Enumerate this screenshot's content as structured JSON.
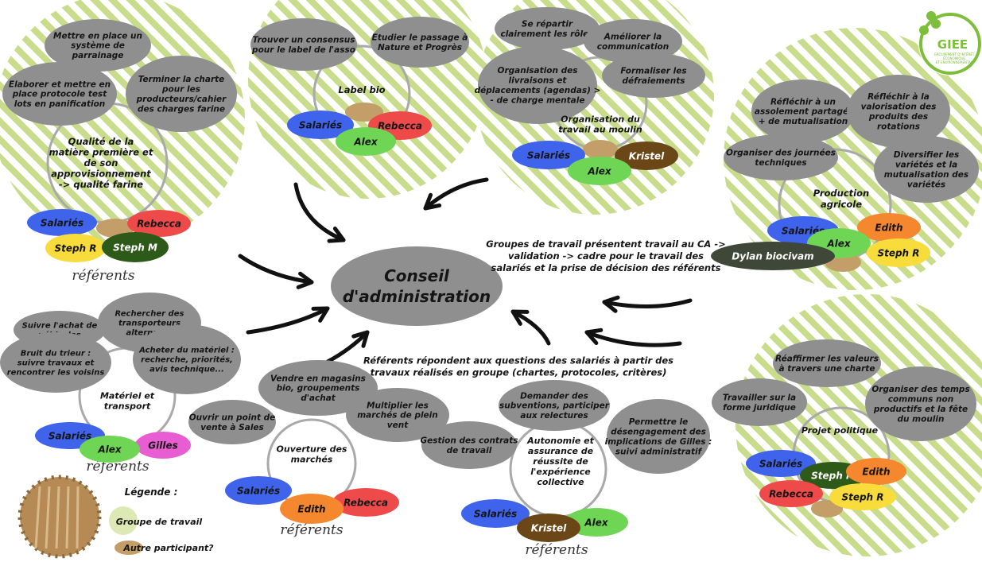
{
  "colors": {
    "stripe": "#c8dc8c",
    "bubble": "#8f8f8f",
    "ring": "#a9a9a9",
    "arrow": "#111111",
    "salaries": "#3f63ea",
    "rebecca": "#ef4a4a",
    "alex": "#6fd655",
    "steph_r": "#f7dc3c",
    "steph_m": "#2d5a18",
    "edith": "#f5872e",
    "kristel": "#6b4717",
    "gilles": "#e85ed2",
    "dylan": "#3f4738",
    "other": "#c49e68",
    "logo_green": "#7dbf3a",
    "legend_group": "#dde9b4"
  },
  "center": {
    "label": [
      "Conseil",
      "d'administration"
    ]
  },
  "annotations": {
    "top_right": [
      "Groupes de travail présentent travail au CA ->",
      "validation -> cadre pour le travail des",
      "salariés et la prise de décision des référents"
    ],
    "bottom": [
      "Référents répondent aux questions des salariés à partir des",
      "travaux réalisés en groupe (chartes, protocoles, critères)"
    ]
  },
  "referents_label": "référents",
  "logo": {
    "text": "GIEE",
    "subtitle": [
      "GROUPEMENT D'INTÉRÊT",
      "ÉCONOMIQUE",
      "ET ENVIRONNEMENTAL"
    ]
  },
  "legend": {
    "title": "Légende :",
    "group": "Groupe de travail",
    "other": "Autre participant?"
  },
  "groups": {
    "qualite": {
      "title": [
        "Qualité de la",
        "matière première et",
        "de son",
        "approvisionnement",
        "-> qualité farine"
      ],
      "bubbles": [
        [
          "Mettre en place un",
          "système de",
          "parrainage"
        ],
        [
          "Elaborer et mettre en",
          "place protocole test",
          "lots en panification"
        ],
        [
          "Terminer la charte",
          "pour les",
          "producteurs/cahier",
          "des charges farine"
        ]
      ],
      "people": [
        "Salariés",
        "Rebecca",
        "Steph R",
        "Steph M"
      ]
    },
    "label": {
      "title": [
        "Label bio"
      ],
      "bubbles": [
        [
          "Trouver un consensus",
          "pour le label de l'asso"
        ],
        [
          "Etudier le passage à",
          "Nature et Progrès"
        ]
      ],
      "people": [
        "Salariés",
        "Rebecca",
        "Alex"
      ]
    },
    "moulin": {
      "title": [
        "Organisation du",
        "travail au moulin"
      ],
      "bubbles": [
        [
          "Se répartir",
          "clairement les rôles"
        ],
        [
          "Améliorer la",
          "communication"
        ],
        [
          "Organisation des",
          "livraisons et",
          "déplacements (agendas) >",
          "- de charge mentale"
        ],
        [
          "Formaliser les",
          "défraiements"
        ]
      ],
      "people": [
        "Salariés",
        "Kristel",
        "Alex"
      ]
    },
    "production": {
      "title": [
        "Production",
        "agricole"
      ],
      "bubbles": [
        [
          "Réfléchir à un",
          "assolement partagé,",
          "+ de mutualisation"
        ],
        [
          "Réfléchir à la",
          "valorisation des",
          "produits des",
          "rotations"
        ],
        [
          "Organiser des journées",
          "techniques"
        ],
        [
          "Diversifier les",
          "variétés et la",
          "mutualisation des",
          "variétés"
        ]
      ],
      "people": [
        "Salariés",
        "Edith",
        "Alex",
        "Steph R",
        "Dylan biocivam"
      ]
    },
    "materiel": {
      "title": [
        "Matériel et",
        "transport"
      ],
      "bubbles": [
        [
          "Suivre l'achat de",
          "véhicules"
        ],
        [
          "Rechercher des",
          "transporteurs",
          "alternatifs"
        ],
        [
          "Bruit du trieur :",
          "suivre travaux et",
          "rencontrer les voisins"
        ],
        [
          "Acheter du matériel :",
          "recherche, priorités,",
          "avis technique..."
        ]
      ],
      "people": [
        "Salariés",
        "Alex",
        "Gilles"
      ]
    },
    "marches": {
      "title": [
        "Ouverture des",
        "marchés"
      ],
      "bubbles": [
        [
          "Vendre en magasins",
          "bio, groupements",
          "d'achat"
        ],
        [
          "Ouvrir un point de",
          "vente à Sales"
        ],
        [
          "Multiplier les",
          "marchés de plein",
          "vent"
        ]
      ],
      "people": [
        "Salariés",
        "Edith",
        "Rebecca"
      ]
    },
    "autonomie": {
      "title": [
        "Autonomie et",
        "assurance de",
        "réussite de",
        "l'expérience",
        "collective"
      ],
      "bubbles": [
        [
          "Demander des",
          "subventions, participer",
          "aux relectures"
        ],
        [
          "Gestion des contrats",
          "de travail"
        ],
        [
          "Permettre le",
          "désengagement des",
          "implications de Gilles :",
          "suivi administratif"
        ]
      ],
      "people": [
        "Salariés",
        "Kristel",
        "Alex"
      ]
    },
    "politique": {
      "title": [
        "Projet politique"
      ],
      "bubbles": [
        [
          "Réaffirmer les valeurs",
          "à travers une charte"
        ],
        [
          "Travailler sur la",
          "forme juridique"
        ],
        [
          "Organiser des temps",
          "communs non",
          "productifs et la fête",
          "du moulin"
        ]
      ],
      "people": [
        "Salariés",
        "Steph M",
        "Edith",
        "Rebecca",
        "Steph R"
      ]
    }
  }
}
